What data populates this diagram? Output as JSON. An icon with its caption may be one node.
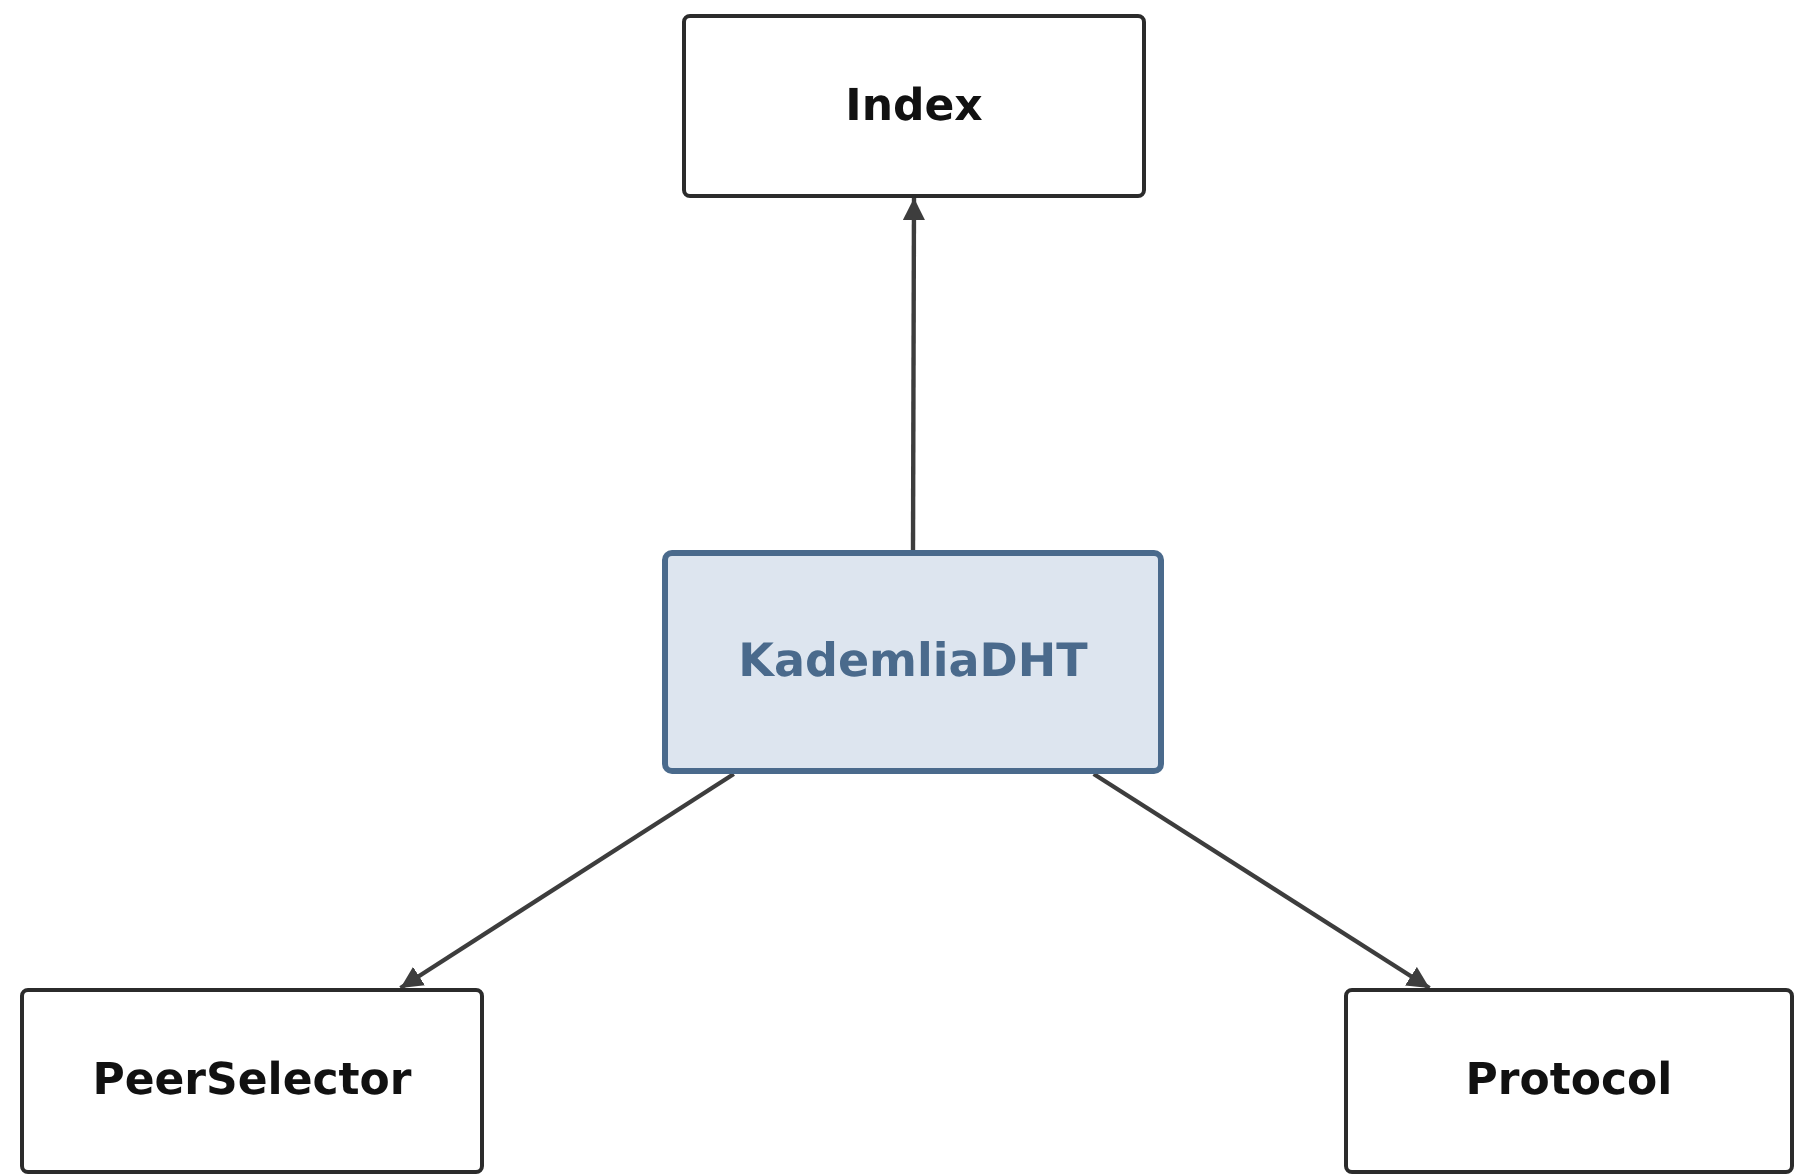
{
  "diagram": {
    "nodes": [
      {
        "text": [
          "Index"
        ]
      },
      {
        "text": [
          "KademliaDHT"
        ]
      },
      {
        "text": [
          "PeerSelector"
        ]
      },
      {
        "text": [
          "Protocol"
        ]
      }
    ],
    "edges": [
      {
        "from": 1,
        "to": 0,
        "arrow": "to"
      },
      {
        "from": 1,
        "to": 2,
        "arrow": "to"
      },
      {
        "from": 1,
        "to": 3,
        "arrow": "to"
      }
    ]
  }
}
